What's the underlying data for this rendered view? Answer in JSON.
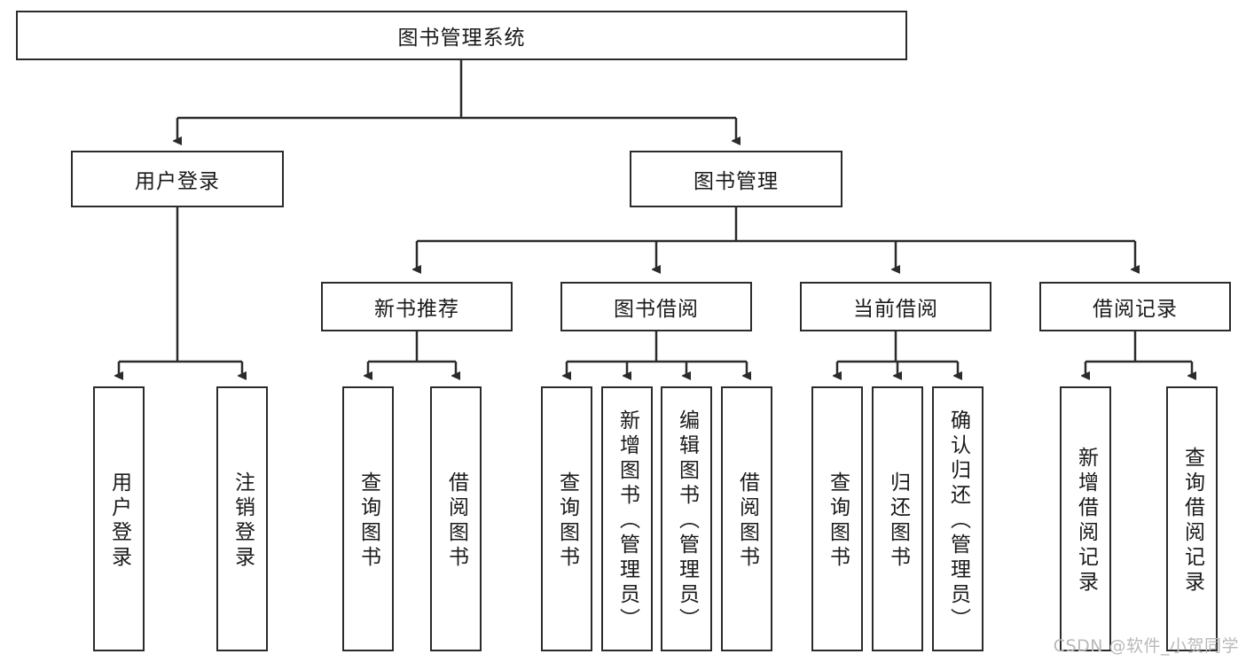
{
  "diagram": {
    "type": "tree-hierarchy-chart",
    "title": "图书管理系统",
    "watermark": "CSDN @软件_小贺同学",
    "colors": {
      "border": "#2b2b2b",
      "background": "#ffffff",
      "text": "#1a1a1a",
      "watermark": "#b9b9b9"
    },
    "root": {
      "label": "图书管理系统"
    },
    "level2": [
      {
        "label": "用户登录"
      },
      {
        "label": "图书管理"
      }
    ],
    "level3": [
      {
        "label": "新书推荐"
      },
      {
        "label": "图书借阅"
      },
      {
        "label": "当前借阅"
      },
      {
        "label": "借阅记录"
      }
    ],
    "leaves": {
      "user_login": [
        {
          "label": "用户登录"
        },
        {
          "label": "注销登录"
        }
      ],
      "new_book_recommend": [
        {
          "label": "查询图书"
        },
        {
          "label": "借阅图书"
        }
      ],
      "book_borrow": [
        {
          "label": "查询图书"
        },
        {
          "label": "新增图书（管理员）"
        },
        {
          "label": "编辑图书（管理员）"
        },
        {
          "label": "借阅图书"
        }
      ],
      "current_borrow": [
        {
          "label": "查询图书"
        },
        {
          "label": "归还图书"
        },
        {
          "label": "确认归还（管理员）"
        }
      ],
      "borrow_records": [
        {
          "label": "新增借阅记录"
        },
        {
          "label": "查询借阅记录"
        }
      ]
    }
  }
}
